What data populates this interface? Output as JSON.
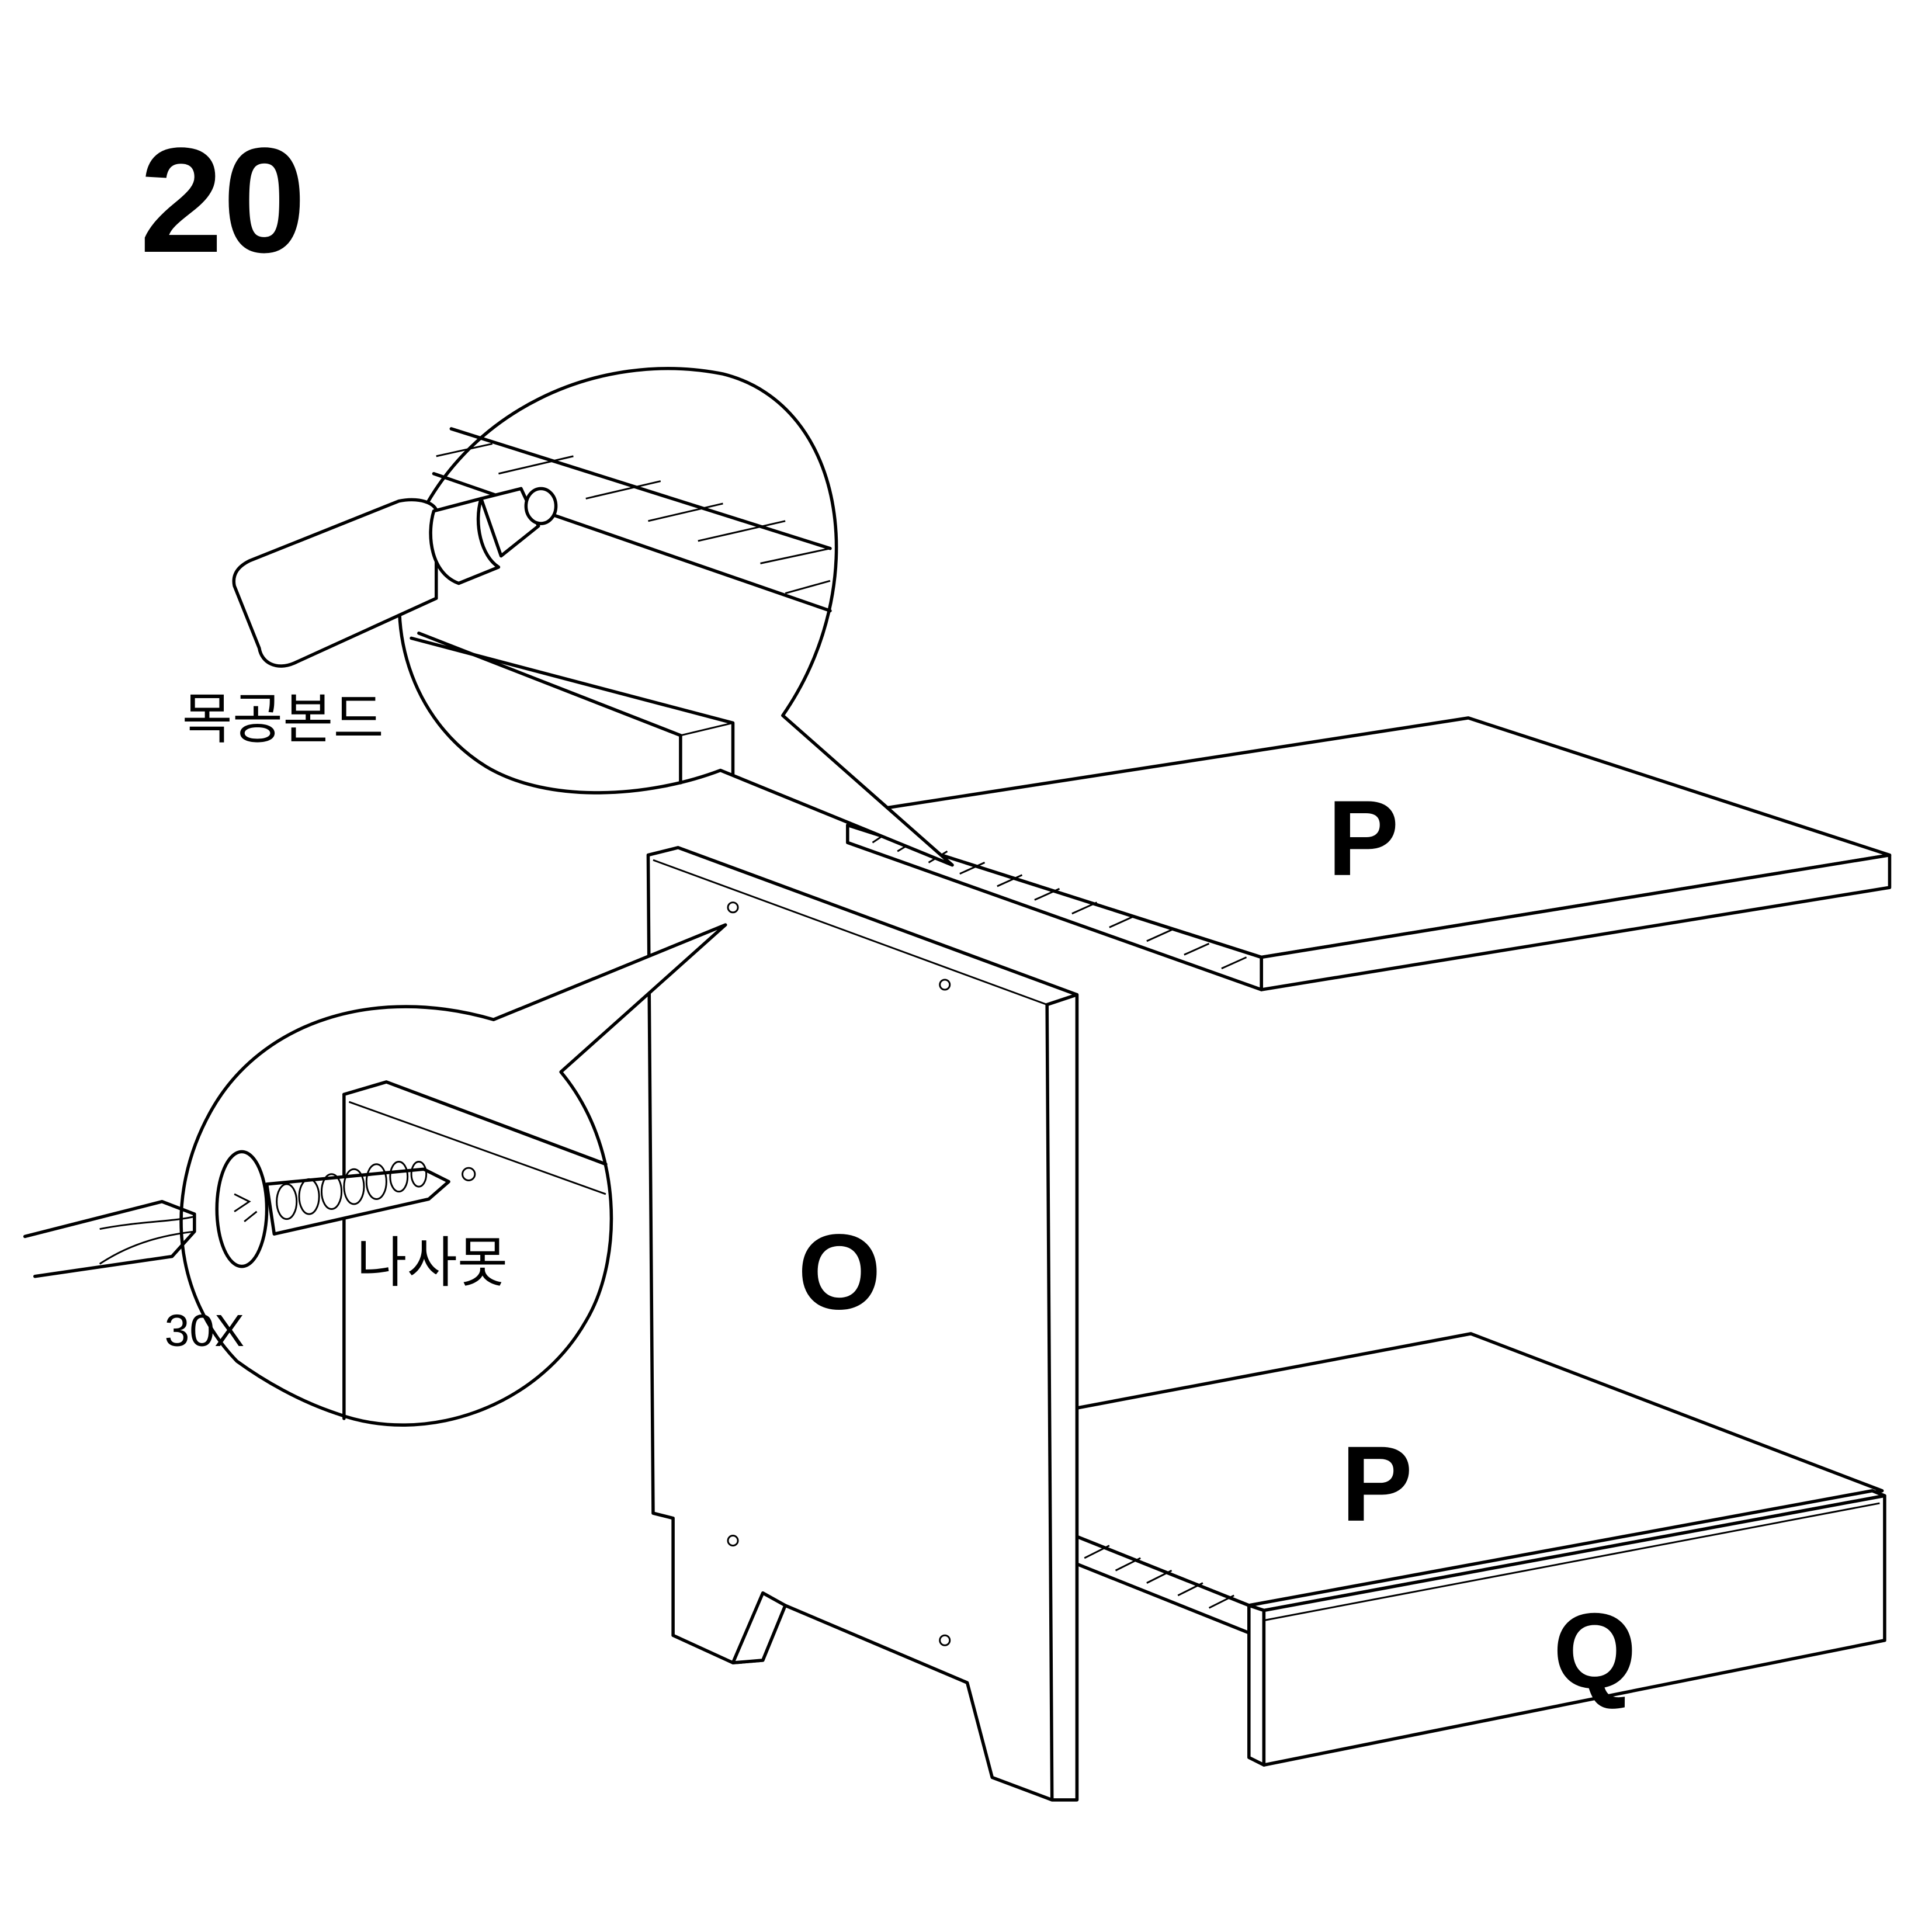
{
  "step": {
    "number": "20"
  },
  "parts": {
    "side_panel": "O",
    "top_shelf": "P",
    "bottom_shelf": "P",
    "front_rail": "Q"
  },
  "callouts": {
    "glue": {
      "label": "목공본드"
    },
    "screw": {
      "label": "나사못",
      "quantity": "30X"
    }
  },
  "colors": {
    "ink": "#000000",
    "paper": "#ffffff"
  }
}
